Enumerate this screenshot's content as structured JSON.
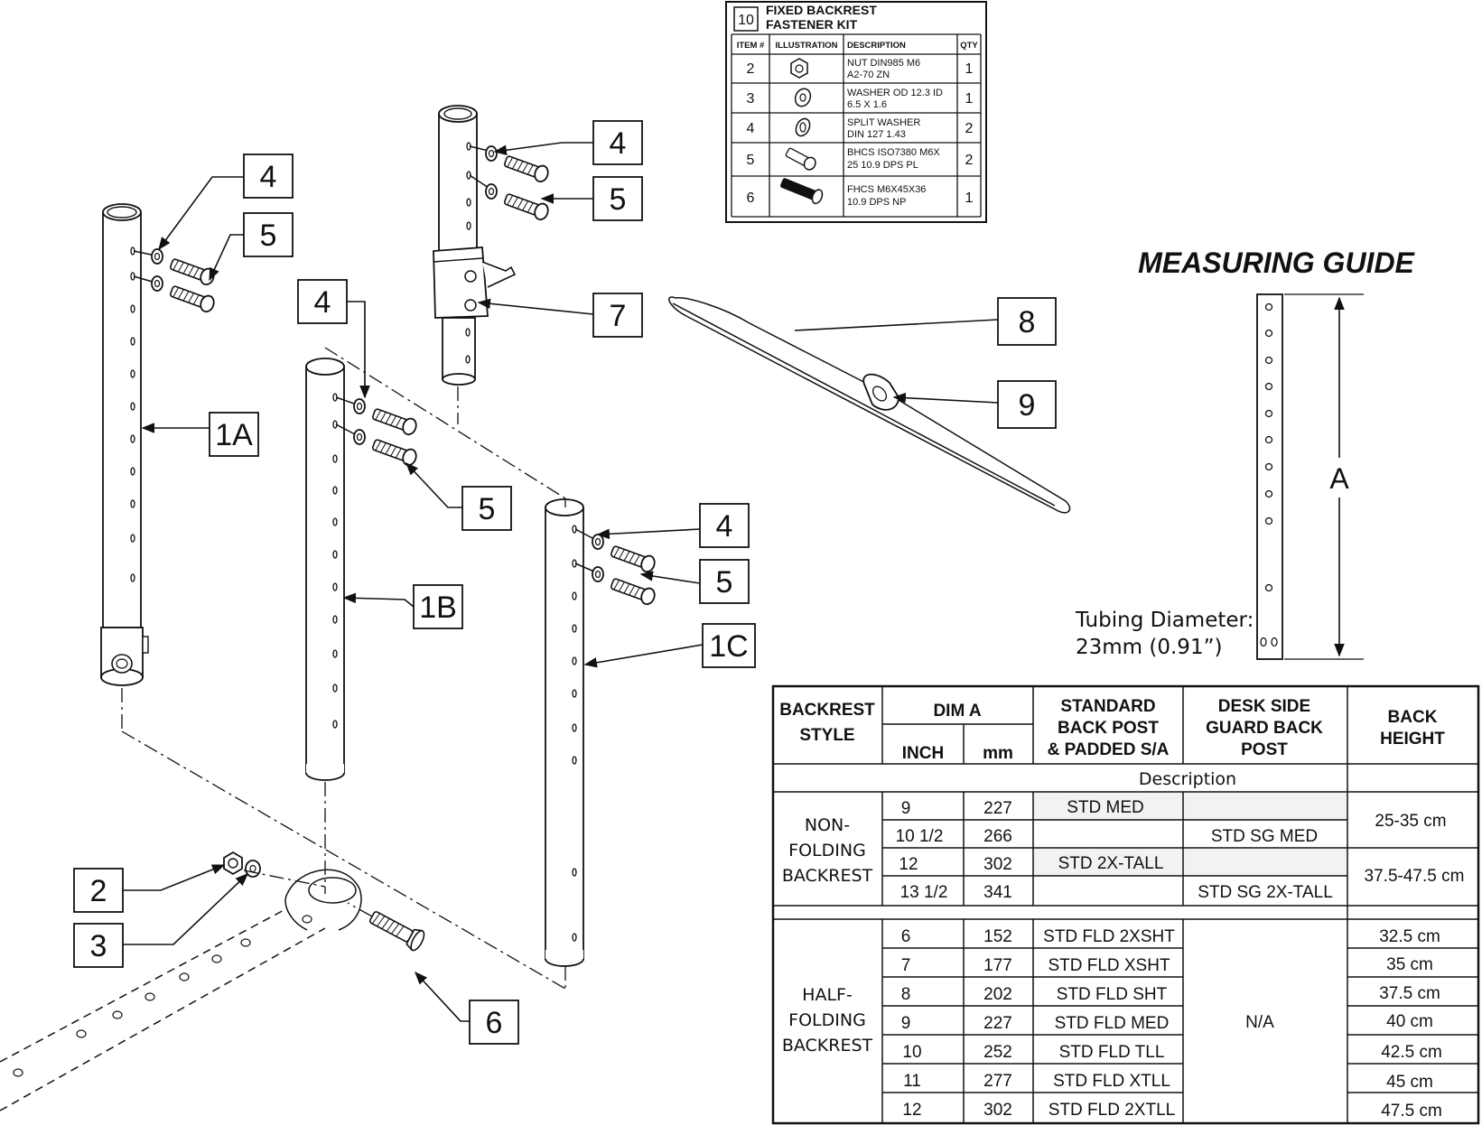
{
  "callouts": {
    "c1a_4": "4",
    "c1a_5": "5",
    "c1a_1a": "1A",
    "c1b_4": "4",
    "c1b_5": "5",
    "c1b_1b": "1B",
    "c7_4": "4",
    "c7_5": "5",
    "c7": "7",
    "c8": "8",
    "c9": "9",
    "c1c_4": "4",
    "c1c_5": "5",
    "c1c": "1C",
    "c2": "2",
    "c3": "3",
    "c6": "6"
  },
  "kit": {
    "number": "10",
    "title_line1": "FIXED BACKREST",
    "title_line2": "FASTENER KIT",
    "headers": {
      "item": "ITEM #",
      "illustration": "ILLUSTRATION",
      "description": "DESCRIPTION",
      "qty": "QTY"
    },
    "rows": [
      {
        "item": "2",
        "desc1": "NUT DIN985 M6",
        "desc2": "A2-70 ZN",
        "qty": "1",
        "icon": "nut-icon"
      },
      {
        "item": "3",
        "desc1": "WASHER OD 12.3 ID",
        "desc2": "6.5 X 1.6",
        "qty": "1",
        "icon": "washer-icon"
      },
      {
        "item": "4",
        "desc1": "SPLIT WASHER",
        "desc2": "DIN 127 1.43",
        "qty": "2",
        "icon": "split-washer-icon"
      },
      {
        "item": "5",
        "desc1": "BHCS ISO7380 M6X",
        "desc2": "25 10.9 DPS PL",
        "qty": "2",
        "icon": "button-head-screw-icon"
      },
      {
        "item": "6",
        "desc1": "FHCS M6X45X36",
        "desc2": "10.9 DPS NP",
        "qty": "1",
        "icon": "flat-head-screw-icon"
      }
    ]
  },
  "guide": {
    "title": "MEASURING GUIDE",
    "dim_label": "A",
    "tubing_line1": "Tubing Diameter:",
    "tubing_line2": "23mm (0.91”)"
  },
  "sizes": {
    "headers": {
      "style1": "BACKREST",
      "style2": "STYLE",
      "dima": "DIM A",
      "inch": "INCH",
      "mm": "mm",
      "std1": "STANDARD",
      "std2": "BACK POST",
      "std3": "& PADDED S/A",
      "desk1": "DESK SIDE",
      "desk2": "GUARD BACK",
      "desk3": "POST",
      "back1": "BACK",
      "back2": "HEIGHT"
    },
    "description_label": "Description",
    "nonfolding": {
      "label1": "NON-",
      "label2": "FOLDING",
      "label3": "BACKREST",
      "rows": [
        {
          "inch": "9",
          "mm": "227",
          "std": "STD MED",
          "desk": ""
        },
        {
          "inch": "10 1/2",
          "mm": "266",
          "std": "",
          "desk": "STD SG MED"
        },
        {
          "inch": "12",
          "mm": "302",
          "std": "STD 2X-TALL",
          "desk": ""
        },
        {
          "inch": "13 1/2",
          "mm": "341",
          "std": "",
          "desk": "STD SG 2X-TALL"
        }
      ],
      "height_a": "25-35 cm",
      "height_b": "37.5-47.5 cm"
    },
    "halffolding": {
      "label1": "HALF-",
      "label2": "FOLDING",
      "label3": "BACKREST",
      "desk": "N/A",
      "rows": [
        {
          "inch": "6",
          "mm": "152",
          "std": "STD FLD 2XSHT",
          "height": "32.5 cm"
        },
        {
          "inch": "7",
          "mm": "177",
          "std": "STD FLD XSHT",
          "height": "35 cm"
        },
        {
          "inch": "8",
          "mm": "202",
          "std": "STD FLD SHT",
          "height": "37.5 cm"
        },
        {
          "inch": "9",
          "mm": "227",
          "std": "STD FLD MED",
          "height": "40 cm"
        },
        {
          "inch": "10",
          "mm": "252",
          "std": "STD FLD TLL",
          "height": "42.5 cm"
        },
        {
          "inch": "11",
          "mm": "277",
          "std": "STD FLD XTLL",
          "height": "45 cm"
        },
        {
          "inch": "12",
          "mm": "302",
          "std": "STD FLD 2XTLL",
          "height": "47.5 cm"
        }
      ]
    }
  }
}
